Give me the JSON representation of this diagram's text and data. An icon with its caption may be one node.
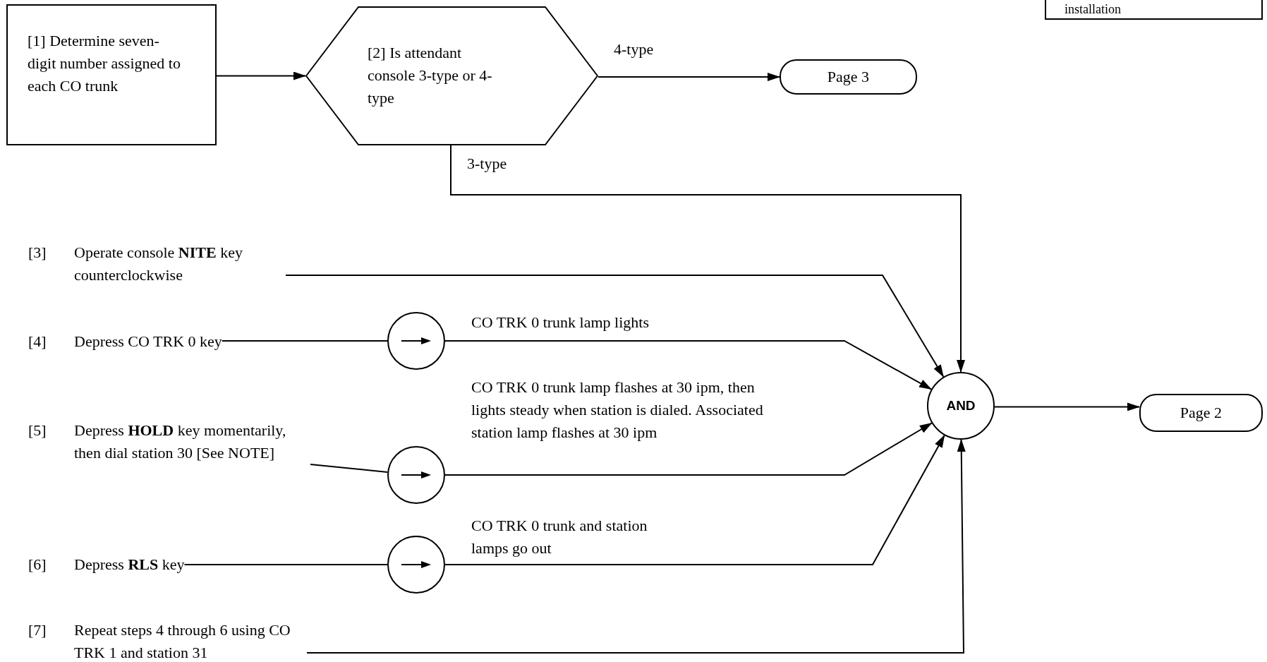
{
  "diagram": {
    "nodes": [
      {
        "text": [
          "[1] Determine seven-digit number assigned to each CO trunk"
        ]
      },
      {
        "text": [
          "[2] Is attendant console 3-type or 4-type"
        ]
      },
      {
        "text": [
          "Page 3"
        ]
      },
      {
        "text": [
          "installation"
        ]
      },
      {
        "text": [
          "[3]",
          "Operate console **NITE** key counterclockwise"
        ]
      },
      {
        "text": [
          "[4]",
          "Depress CO TRK 0 key"
        ]
      },
      {
        "text": [],
        "shape": "circle"
      },
      {
        "text": [
          "[5]",
          "Depress **HOLD** key momentarily, then dial station 30 [See NOTE]"
        ]
      },
      {
        "text": [],
        "shape": "circle"
      },
      {
        "text": [
          "[6]",
          "Depress **RLS** key"
        ]
      },
      {
        "text": [],
        "shape": "circle"
      },
      {
        "text": [
          "[7]",
          "Repeat steps 4 through 6 using CO TRK 1 and station 31"
        ]
      },
      {
        "text": [
          "AND"
        ]
      },
      {
        "text": [
          "Page 2"
        ]
      }
    ],
    "edges": [
      {
        "from": 0,
        "to": 1,
        "arrow": "to"
      },
      {
        "from": 1,
        "to": 2,
        "arrow": "to",
        "label": "4-type"
      },
      {
        "from": 1,
        "to": 12,
        "arrow": "to",
        "label": "3-type"
      },
      {
        "from": 4,
        "to": 12,
        "arrow": "to"
      },
      {
        "from": 5,
        "to": 6,
        "arrow": "none"
      },
      {
        "from": 6,
        "to": 12,
        "arrow": "to",
        "label": "CO TRK 0 trunk lamp lights"
      },
      {
        "from": 7,
        "to": 8,
        "arrow": "none"
      },
      {
        "from": 8,
        "to": 12,
        "arrow": "to",
        "label": "CO TRK 0 trunk lamp flashes at 30 ipm, then lights steady when station is dialed. Associated station lamp flashes at 30 ipm"
      },
      {
        "from": 9,
        "to": 10,
        "arrow": "none"
      },
      {
        "from": 10,
        "to": 12,
        "arrow": "to",
        "label": "CO TRK 0 trunk and station lamps go out"
      },
      {
        "from": 11,
        "to": 12,
        "arrow": "to"
      },
      {
        "from": 12,
        "to": 13,
        "arrow": "to"
      }
    ]
  }
}
